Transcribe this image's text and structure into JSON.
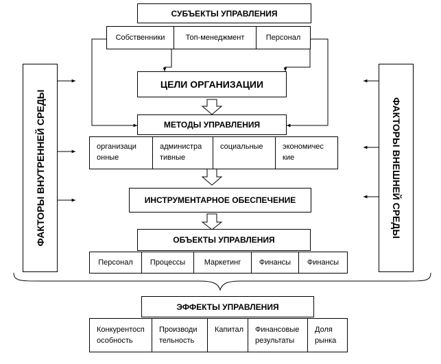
{
  "subjects": {
    "title": "СУБЪЕКТЫ УПРАВЛЕНИЯ",
    "items": [
      "Собственники",
      "Топ-менеджмент",
      "Персонал"
    ]
  },
  "goals": {
    "title": "ЦЕЛИ ОРГАНИЗАЦИИ"
  },
  "methods": {
    "title": "МЕТОДЫ УПРАВЛЕНИЯ",
    "items": [
      "организаци\nонные",
      "администра\nтивные",
      "социальные",
      "экономичес\nкие"
    ]
  },
  "tools": {
    "title": "ИНСТРУМЕНТАРНОЕ ОБЕСПЕЧЕНИЕ"
  },
  "objects": {
    "title": "ОБЪЕКТЫ УПРАВЛЕНИЯ",
    "items": [
      "Персонал",
      "Процессы",
      "Маркетинг",
      "Финансы",
      "Финансы"
    ]
  },
  "effects": {
    "title": "ЭФФЕКТЫ УПРАВЛЕНИЯ",
    "items": [
      "Конкурентосп\nособность",
      "Производи\nтельность",
      "Капитал",
      "Финансовые\nрезультаты",
      "Доля\nрынка"
    ]
  },
  "factors": {
    "internal": "ФАКТОРЫ ВНУТРЕННЕЙ СРЕДЫ",
    "external": "ФАКТОРЫ ВНЕШНЕЙ СРЕДЫ"
  }
}
